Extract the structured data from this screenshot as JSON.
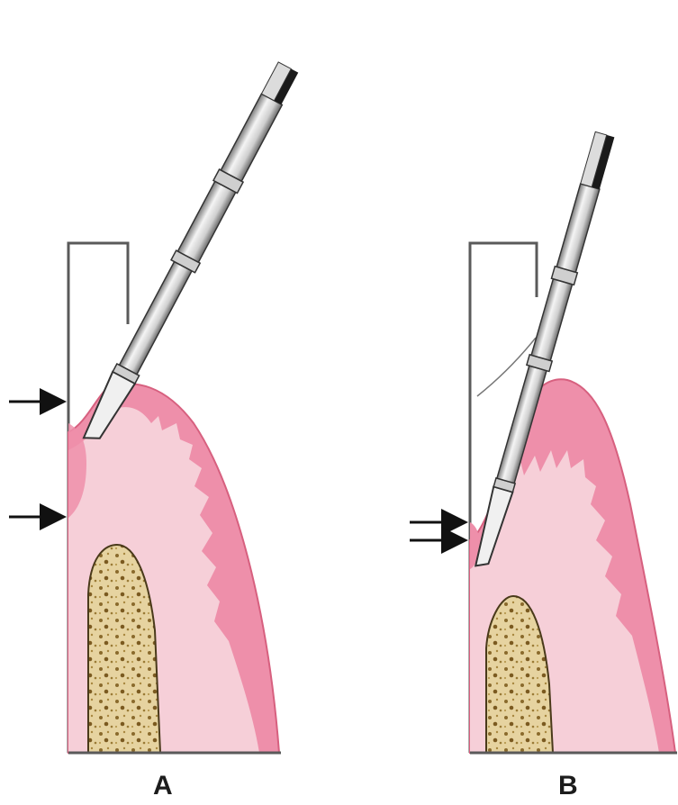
{
  "panels": [
    {
      "id": "A",
      "label": "A"
    },
    {
      "id": "B",
      "label": "B"
    }
  ],
  "colors": {
    "background": "#ffffff",
    "outline": "#5a5a5a",
    "gingiva_inner": "#f6cfd8",
    "gingiva_epithelium": "#ee8faa",
    "gingiva_edge": "#d7607f",
    "bone_fill": "#e6d3a0",
    "bone_speckle": "#8a6a2c",
    "instrument_light": "#eeeeee",
    "instrument_dark": "#1a1a1a"
  },
  "icons": [
    "arrow-right-icon",
    "curette-instrument-icon"
  ]
}
